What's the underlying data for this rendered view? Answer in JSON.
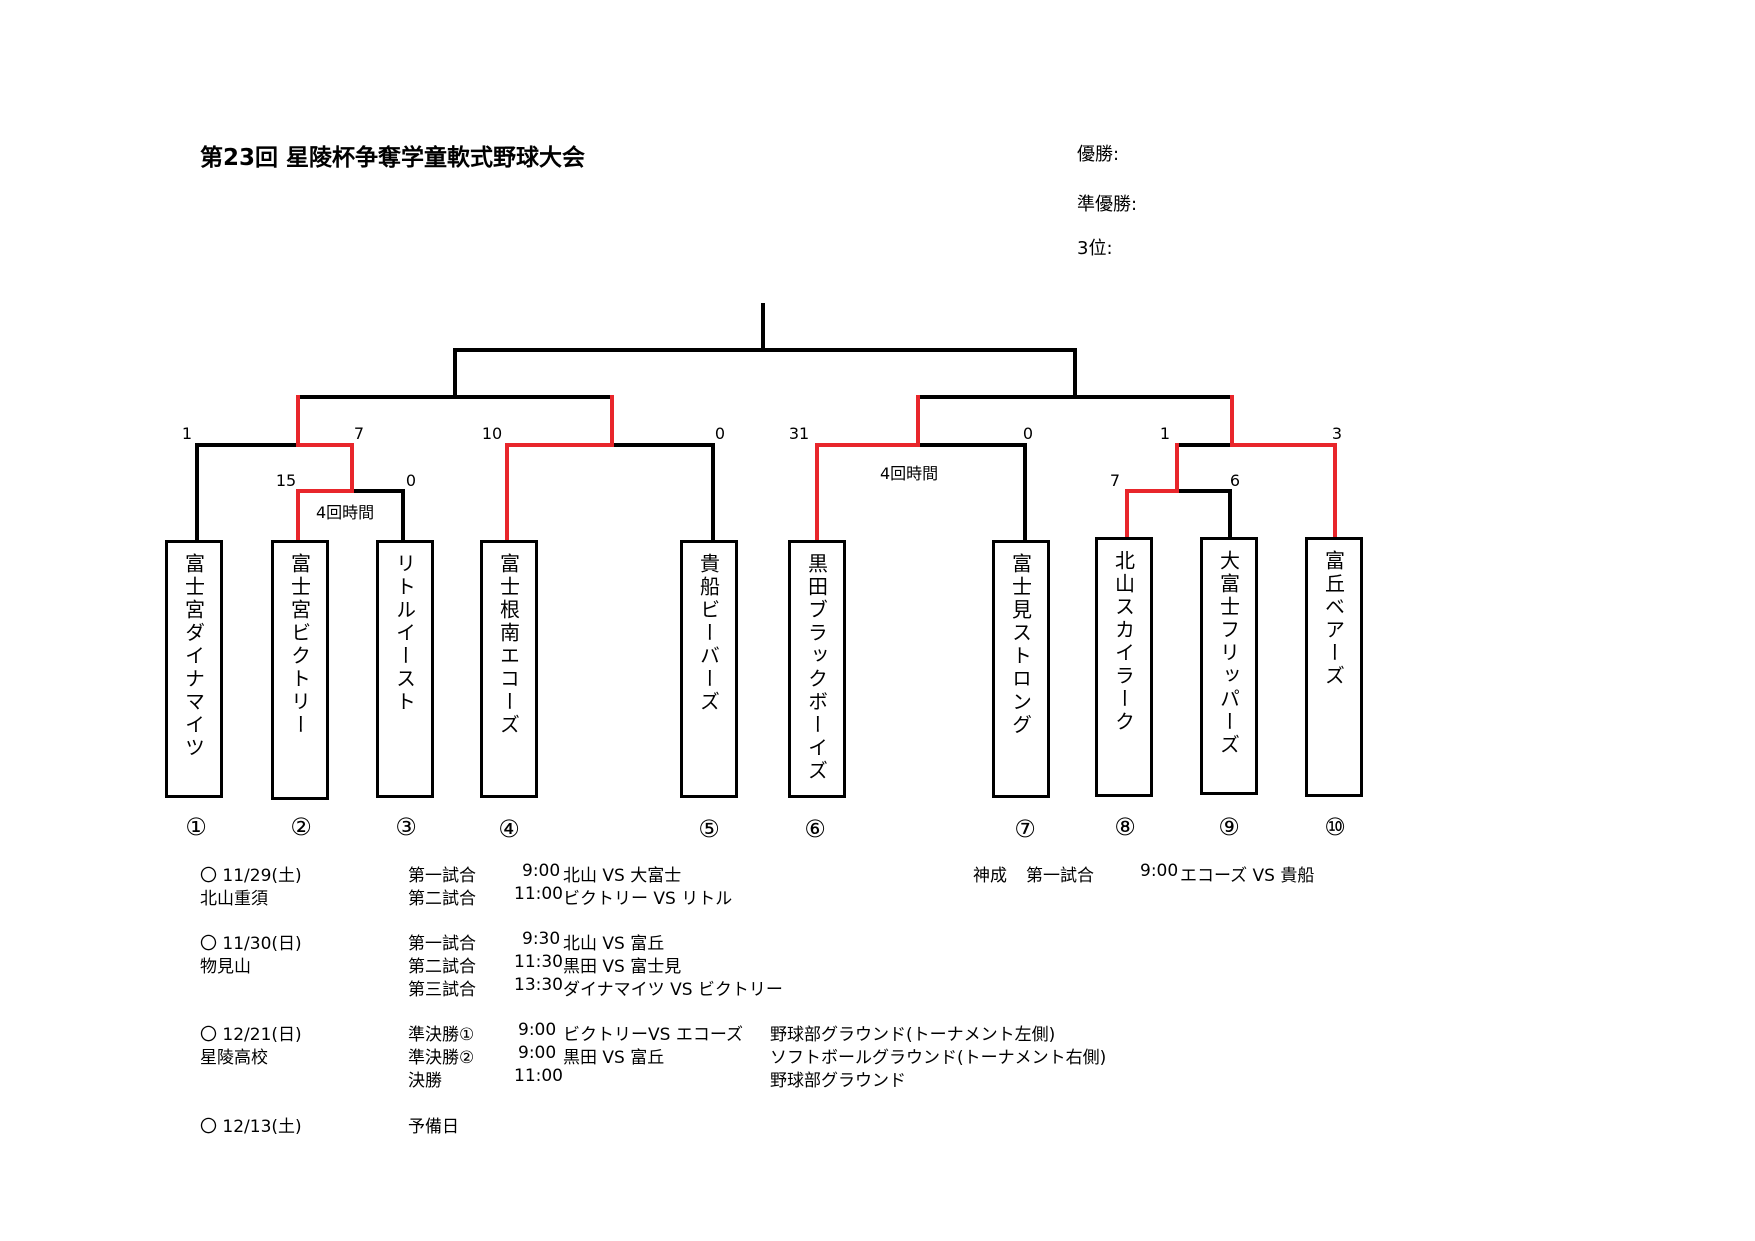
{
  "title": "第23回 星陵杯争奪学童軟式野球大会",
  "results": {
    "champion_label": "優勝:",
    "runner_up_label": "準優勝:",
    "third_label": "3位:"
  },
  "teams": [
    {
      "name": "富士宮ダイナマイツ",
      "number": "①"
    },
    {
      "name": "富士宮ビクトリー",
      "number": "②"
    },
    {
      "name": "リトルイースト",
      "number": "③"
    },
    {
      "name": "富士根南エコーズ",
      "number": "④"
    },
    {
      "name": "貴船ビーバーズ",
      "number": "⑤"
    },
    {
      "name": "黒田ブラックボーイズ",
      "number": "⑥"
    },
    {
      "name": "富士見ストロング",
      "number": "⑦"
    },
    {
      "name": "北山スカイラーク",
      "number": "⑧"
    },
    {
      "name": "大富士フリッパーズ",
      "number": "⑨"
    },
    {
      "name": "富丘ベアーズ",
      "number": "⑩"
    }
  ],
  "scores": [
    "1",
    "7",
    "10",
    "0",
    "31",
    "0",
    "1",
    "3",
    "15",
    "0",
    "7",
    "6"
  ],
  "notes": [
    "4回時間",
    "4回時間"
  ],
  "colors": {
    "winner": "#e8262b",
    "line": "#000000"
  },
  "schedule": {
    "d1": {
      "date": "〇 11/29(土)",
      "venue": "北山重須",
      "g1": {
        "label": "第一試合",
        "time": "9:00",
        "match": "北山 VS 大富士"
      },
      "g2": {
        "label": "第二試合",
        "time": "11:00",
        "match": "ビクトリー VS リトル"
      }
    },
    "kanari": {
      "venue": "神成",
      "label": "第一試合",
      "time": "9:00",
      "match": "エコーズ VS 貴船"
    },
    "d2": {
      "date": "〇 11/30(日)",
      "venue": "物見山",
      "g1": {
        "label": "第一試合",
        "time": "9:30",
        "match": "北山 VS 富丘"
      },
      "g2": {
        "label": "第二試合",
        "time": "11:30",
        "match": "黒田 VS 富士見"
      },
      "g3": {
        "label": "第三試合",
        "time": "13:30",
        "match": "ダイナマイツ VS ビクトリー"
      }
    },
    "d3": {
      "date": "〇 12/21(日)",
      "venue": "星陵高校",
      "g1": {
        "label": "準決勝①",
        "time": "9:00",
        "match": "ビクトリーVS エコーズ",
        "place": "野球部グラウンド(トーナメント左側)"
      },
      "g2": {
        "label": "準決勝②",
        "time": "9:00",
        "match": "黒田 VS 富丘",
        "place": "ソフトボールグラウンド(トーナメント右側)"
      },
      "g3": {
        "label": "決勝",
        "time": "11:00",
        "place": "野球部グラウンド"
      }
    },
    "d4": {
      "date": "〇 12/13(土)",
      "label": "予備日"
    }
  }
}
